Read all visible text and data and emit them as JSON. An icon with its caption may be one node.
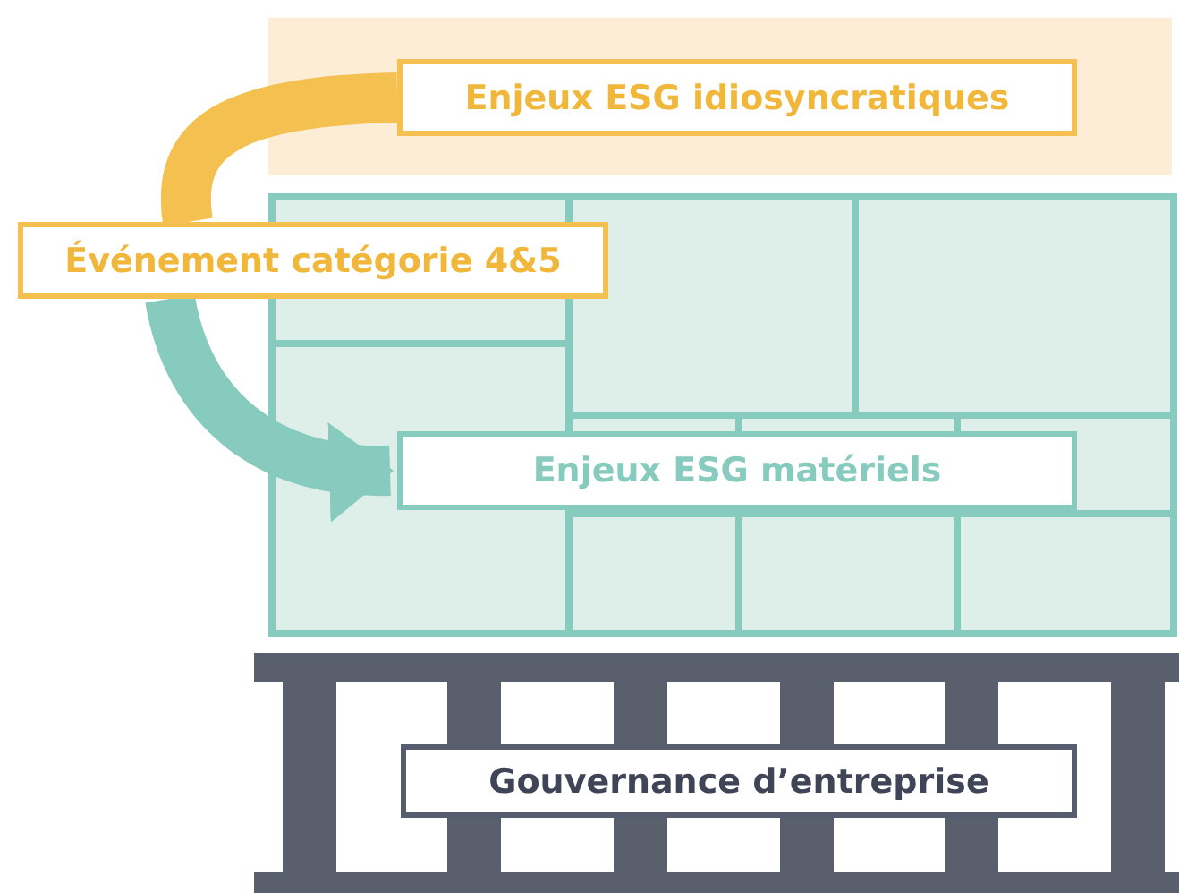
{
  "diagram": {
    "nodes": [
      {
        "text": [],
        "shape": "box"
      },
      {
        "text": [
          "Enjeux ESG idiosyncratiques"
        ],
        "in": 0
      },
      {
        "text": [],
        "shape": "box"
      },
      {
        "text": [
          "Événement catégorie 4&5"
        ]
      },
      {
        "text": [
          "Enjeux ESG matériels"
        ],
        "in": 2
      },
      {
        "text": [],
        "shape": "picture"
      },
      {
        "text": [
          "Gouvernance d’entreprise"
        ],
        "in": 5
      }
    ],
    "edges": [
      {
        "from": 1,
        "to": 3,
        "arrow": "none",
        "color": "#f4c04f"
      },
      {
        "from": 3,
        "to": 4,
        "arrow": "to",
        "color": "#86cbbd"
      }
    ]
  }
}
